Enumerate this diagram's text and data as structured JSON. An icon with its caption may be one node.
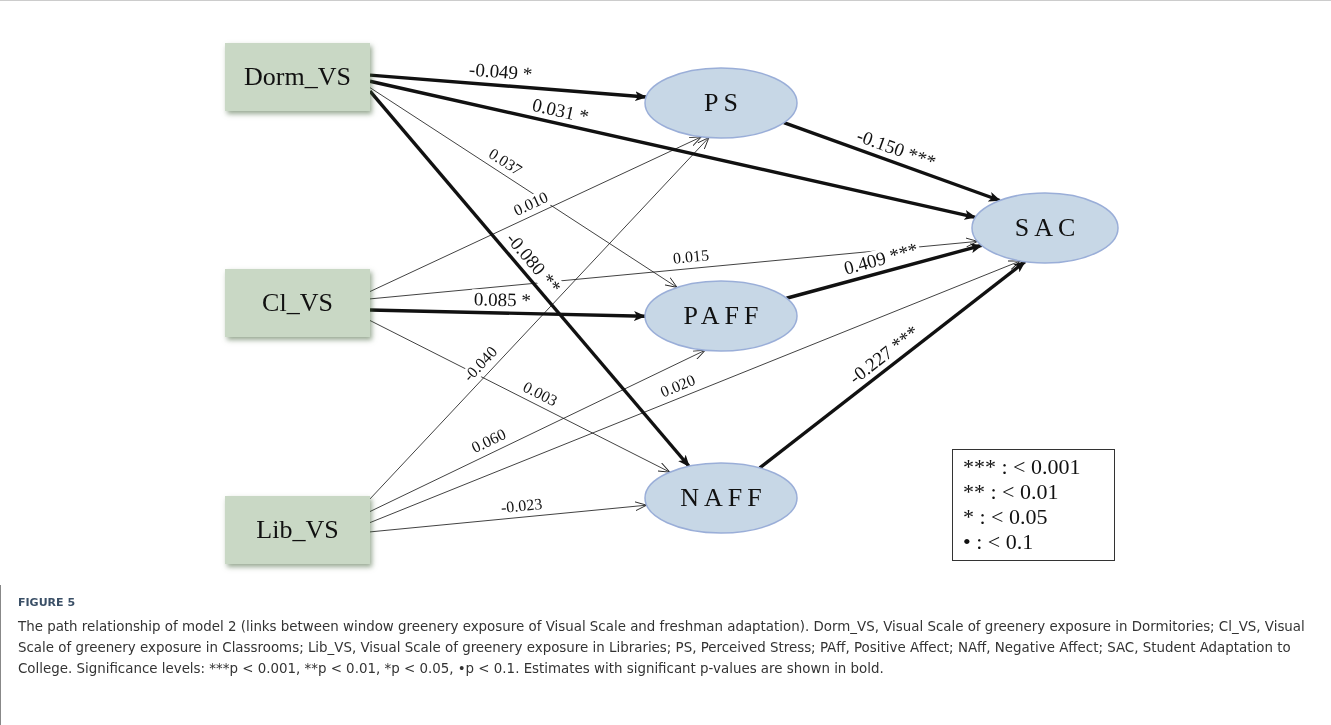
{
  "diagram": {
    "title": "FIGURE 5",
    "caption": "The path relationship of model 2 (links between window greenery exposure of Visual Scale and freshman adaptation). Dorm_VS, Visual Scale of greenery exposure in Dormitories; Cl_VS, Visual Scale of greenery exposure in Classrooms; Lib_VS, Visual Scale of greenery exposure in Libraries; PS, Perceived Stress; PAff, Positive Affect; NAff, Negative Affect; SAC, Student Adaptation to College. Significance levels: ***p < 0.001, **p < 0.01, *p < 0.05, •p < 0.1. Estimates with significant p-values are shown in bold.",
    "nodes": [
      {
        "text": [
          "Dorm_VS"
        ]
      },
      {
        "text": [
          "Cl_VS"
        ]
      },
      {
        "text": [
          "Lib_VS"
        ]
      },
      {
        "text": [
          "PS"
        ]
      },
      {
        "text": [
          "PAFF"
        ]
      },
      {
        "text": [
          "NAFF"
        ]
      },
      {
        "text": [
          "SAC"
        ]
      }
    ],
    "edges": [
      {
        "from": 0,
        "to": 3,
        "arrow": "to",
        "label": "-0.049 *",
        "style": "thick"
      },
      {
        "from": 0,
        "to": 6,
        "arrow": "to",
        "label": "0.031 *",
        "style": "thick"
      },
      {
        "from": 0,
        "to": 4,
        "arrow": "to",
        "label": "0.037"
      },
      {
        "from": 0,
        "to": 5,
        "arrow": "to",
        "label": "-0.080 **",
        "style": "thick"
      },
      {
        "from": 1,
        "to": 3,
        "arrow": "to",
        "label": "0.010"
      },
      {
        "from": 1,
        "to": 6,
        "arrow": "to",
        "label": "0.015"
      },
      {
        "from": 1,
        "to": 4,
        "arrow": "to",
        "label": "0.085 *",
        "style": "thick"
      },
      {
        "from": 1,
        "to": 5,
        "arrow": "to",
        "label": "0.003"
      },
      {
        "from": 2,
        "to": 3,
        "arrow": "to",
        "label": "-0.040"
      },
      {
        "from": 2,
        "to": 4,
        "arrow": "to",
        "label": "0.060"
      },
      {
        "from": 2,
        "to": 6,
        "arrow": "to",
        "label": "0.020"
      },
      {
        "from": 2,
        "to": 5,
        "arrow": "to",
        "label": "-0.023"
      },
      {
        "from": 3,
        "to": 6,
        "arrow": "to",
        "label": "-0.150 ***",
        "style": "thick"
      },
      {
        "from": 4,
        "to": 6,
        "arrow": "to",
        "label": "0.409 ***",
        "style": "thick"
      },
      {
        "from": 5,
        "to": 6,
        "arrow": "to",
        "label": "-0.227 ***",
        "style": "thick"
      }
    ],
    "labels": [
      "*** : < 0.001",
      "** : < 0.01",
      "* : < 0.05",
      "• : < 0.1"
    ]
  }
}
